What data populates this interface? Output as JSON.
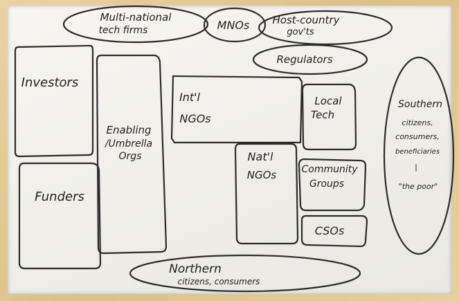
{
  "diagram": {
    "nodes": {
      "multinational": {
        "lines": [
          "Multi-national",
          "tech firms"
        ]
      },
      "mnos": {
        "lines": [
          "MNOs"
        ]
      },
      "host_country": {
        "lines": [
          "Host-country",
          "gov'ts"
        ]
      },
      "regulators": {
        "lines": [
          "Regulators"
        ]
      },
      "investors": {
        "lines": [
          "Investors"
        ]
      },
      "enabling": {
        "lines": [
          "Enabling",
          "/Umbrella",
          "Orgs"
        ]
      },
      "intl_ngos": {
        "lines": [
          "Int'l",
          "NGOs"
        ]
      },
      "local_tech": {
        "lines": [
          "Local",
          "Tech"
        ]
      },
      "natl_ngos": {
        "lines": [
          "Nat'l",
          "NGOs"
        ]
      },
      "community": {
        "lines": [
          "Community",
          "Groups"
        ]
      },
      "csos": {
        "lines": [
          "CSOs"
        ]
      },
      "funders": {
        "lines": [
          "Funders"
        ]
      },
      "southern": {
        "lines": [
          "Southern",
          "citizens,",
          "consumers,",
          "beneficiaries",
          "|",
          "\"the poor\""
        ]
      },
      "northern": {
        "lines": [
          "Northern",
          "citizens, consumers"
        ]
      }
    }
  }
}
